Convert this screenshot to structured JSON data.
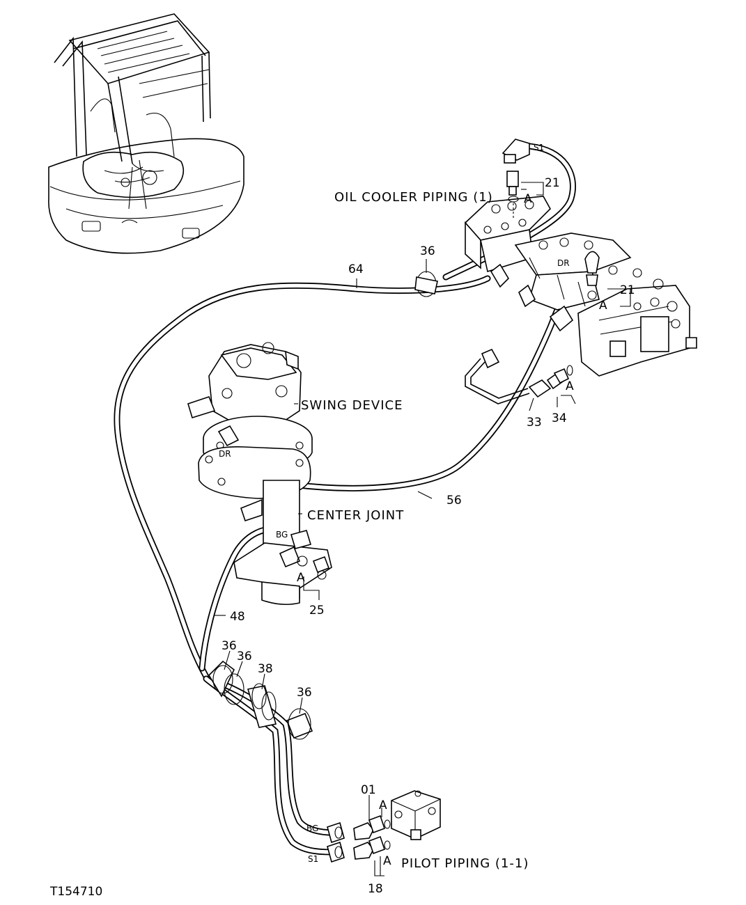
{
  "diagram": {
    "labels": {
      "oil_cooler_piping": "OIL COOLER PIPING (1)",
      "swing_device": "SWING DEVICE",
      "center_joint": "CENTER JOINT",
      "pilot_piping": "PILOT PIPING (1-1)",
      "drawing_id": "T154710"
    },
    "callouts": {
      "c64": "64",
      "c36_top": "36",
      "c21_top": "21",
      "c21_mid": "21",
      "c33": "33",
      "c34": "34",
      "c56": "56",
      "c25": "25",
      "c48": "48",
      "c36_a": "36",
      "c36_b": "36",
      "c38": "38",
      "c36_c": "36",
      "c01": "01",
      "c18": "18"
    },
    "port_marks": {
      "s1_top": "S1",
      "dr_valve": "DR",
      "dr_swing": "DR",
      "bg_center": "BG",
      "bg_pilot": "BG",
      "s1_pilot": "S1",
      "a_top": "A",
      "a_mid": "A",
      "a_right": "A",
      "a_center": "A",
      "a_pilot_top": "A",
      "a_pilot_bottom": "A"
    }
  }
}
